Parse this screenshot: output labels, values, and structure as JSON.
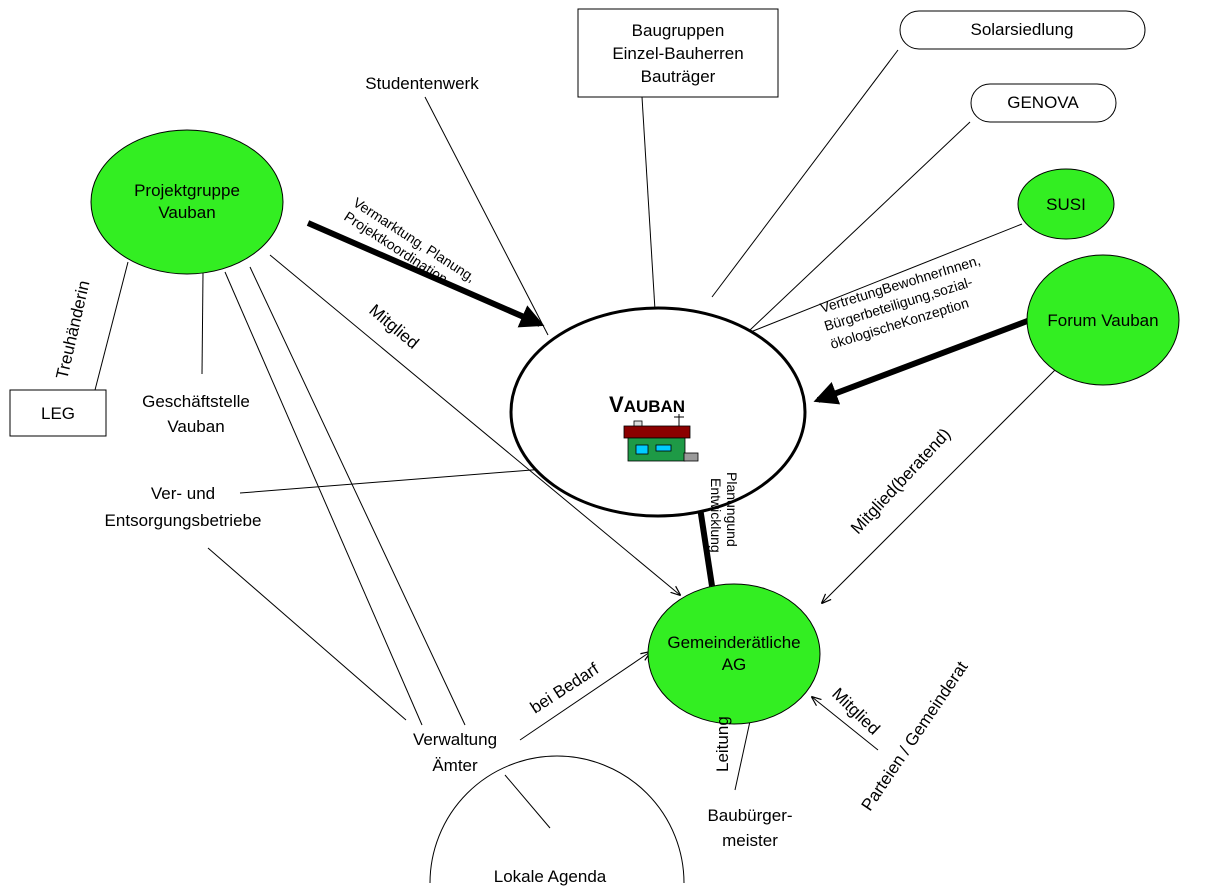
{
  "center": {
    "title_big": "V",
    "title_small": "AUBAN"
  },
  "nodes": {
    "projektgruppe": [
      "Projektgruppe",
      "Vauban"
    ],
    "forum": [
      "Forum Vauban"
    ],
    "susi": [
      "SUSI"
    ],
    "gemeinderat_ag": [
      "Gemeinderätliche",
      "AG"
    ],
    "solarsiedlung": [
      "Solarsiedlung"
    ],
    "genova": [
      "GENOVA"
    ],
    "baugruppen": [
      "Baugruppen",
      "Einzel-Bauherren",
      "Bauträger"
    ],
    "leg": [
      "LEG"
    ],
    "studentenwerk": [
      "Studentenwerk"
    ],
    "geschaeftsstelle": [
      "Geschäftstelle",
      "Vauban"
    ],
    "ver_entsorgung": [
      "Ver- und",
      "Entsorgungsbetriebe"
    ],
    "verwaltung": [
      "Verwaltung",
      "Ämter"
    ],
    "baubuergermeister": [
      "Baubürger-",
      "meister"
    ],
    "parteien": [
      "Parteien / Gemeinderat"
    ],
    "lokale_agenda": [
      "Lokale Agenda"
    ]
  },
  "edge_labels": {
    "vermarktung": [
      "Vermarktung, Planung,",
      "Projektkoordination"
    ],
    "vertretung": [
      "VertretungBewohnerInnen,",
      "Bürgerbeteiligung,sozial-",
      "ökologischeKonzeption"
    ],
    "planung": [
      "Planungund",
      "Entwicklung"
    ],
    "mitglied_pg": "Mitglied",
    "treuhaenderin": "Treuhänderin",
    "mitglied_beratend": "Mitglied(beratend)",
    "bei_bedarf": "bei Bedarf",
    "leitung": "Leitung",
    "mitglied_parteien": "Mitglied"
  },
  "colors": {
    "node_fill": "#33ee22",
    "house_roof": "#8b0000",
    "house_wall": "#1e9a46",
    "house_window": "#00ccff"
  }
}
